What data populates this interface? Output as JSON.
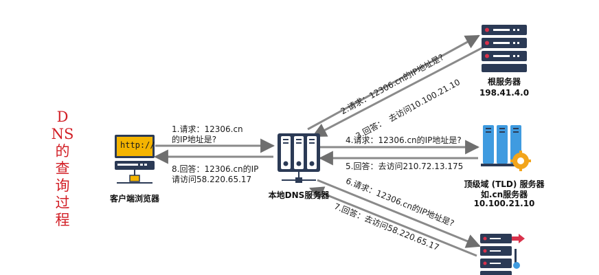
{
  "title": "DNS的查询过程",
  "nodes": {
    "client": {
      "label": "客户端浏览器",
      "screen_text": "http://"
    },
    "local_dns": {
      "label": "本地DNS服务器"
    },
    "root": {
      "label": "根服务器",
      "ip": "198.41.4.0"
    },
    "tld": {
      "label": "顶级域 (TLD) 服务器",
      "label2": "如.cn服务器",
      "ip": "10.100.21.10"
    }
  },
  "steps": {
    "s1": {
      "line1": "1.请求：12306.cn",
      "line2": "的IP地址是?"
    },
    "s8": {
      "line1": "8.回答：12306.cn的IP",
      "line2": "请访问58.220.65.17"
    },
    "s2": "2.请求：12306.cn的IP地址是?",
    "s2b": "去访问10.100.21.10",
    "s3": "3.回答：",
    "s4": "4.请求：12306.cn的IP地址是?",
    "s5": "5.回答：去访问210.72.13.175",
    "s6": "6.请求：12306.cn的IP地址是?",
    "s7": "7.回答：去访问58.220.65.17"
  },
  "colors": {
    "title": "#d21f26",
    "arrow": "#7f7f7f",
    "server_dark": "#2b3a55",
    "server_accent": "#d9314b",
    "tld_blue": "#3f9be0",
    "gear": "#f2a51c",
    "monitor": "#f4b400"
  }
}
